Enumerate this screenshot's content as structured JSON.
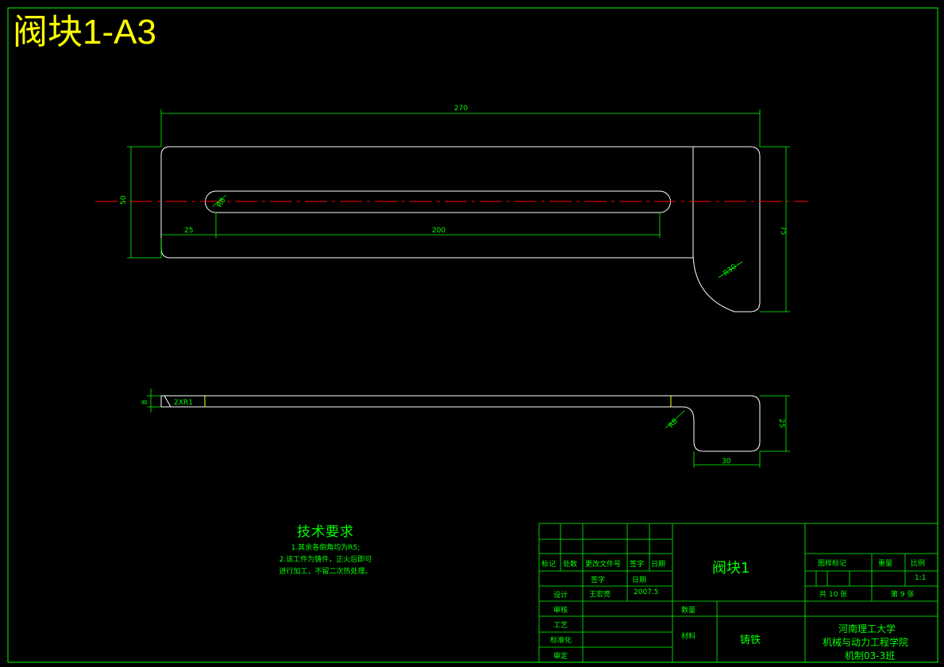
{
  "drawing_title": "阀块1-A3",
  "dimensions": {
    "overall_length": "270",
    "height_left": "50",
    "slot_offset": "25",
    "slot_length": "200",
    "slot_radius": "R8",
    "height_right": "75",
    "corner_radius": "R30",
    "thickness": "8",
    "chamfer": "2XR1",
    "bend_radius": "R8",
    "flange_height": "25",
    "flange_width": "30"
  },
  "tech_requirements": {
    "title": "技术要求",
    "lines": [
      "1.其余各倒角均为R5;",
      "2.该工件为铸件，正火后即可",
      "进行加工，不留二次热处理。"
    ]
  },
  "title_block": {
    "part_name": "阀块1",
    "row_headers": [
      "标记",
      "处数",
      "更改文件号",
      "签字",
      "日期"
    ],
    "sign_label": "签字",
    "date_label": "日期",
    "roles": [
      "设计",
      "审核",
      "工艺",
      "标准化",
      "审定"
    ],
    "designer_name": "王宏亮",
    "design_date": "2007.5",
    "quantity_label": "数量",
    "material_label": "材料",
    "material_value": "铸铁",
    "drawing_mark_label": "图样标记",
    "weight_label": "重量",
    "scale_label": "比例",
    "scale_value": "1:1",
    "total_sheets": "共 10 张",
    "sheet_number": "第 9 张",
    "university": "河南理工大学",
    "college": "机械与动力工程学院",
    "class": "机制03-3班"
  }
}
